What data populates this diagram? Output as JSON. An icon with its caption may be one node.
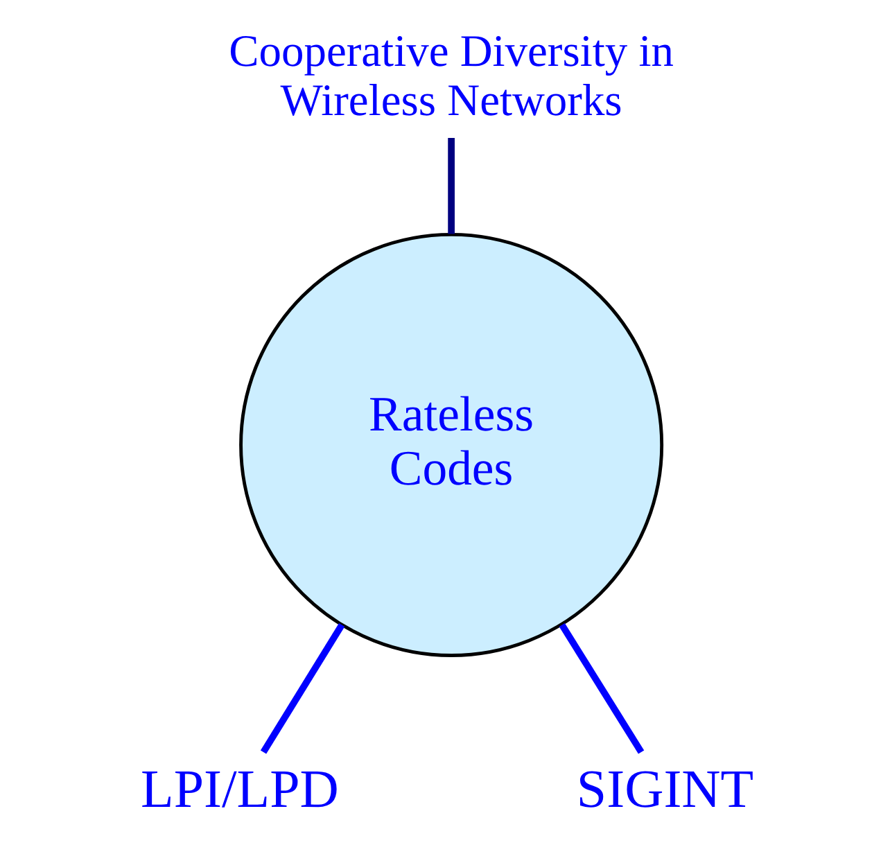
{
  "diagram": {
    "nodes": [
      {
        "text": [
          "Cooperative Diversity in Wireless Networks"
        ]
      },
      {
        "text": [
          "Rateless Codes"
        ]
      },
      {
        "text": [
          "LPI/LPD"
        ]
      },
      {
        "text": [
          "SIGINT"
        ]
      }
    ],
    "edges": [
      {
        "from": 0,
        "to": 1,
        "arrow": "none",
        "color": "#000080"
      },
      {
        "from": 1,
        "to": 2,
        "arrow": "none"
      },
      {
        "from": 1,
        "to": 3,
        "arrow": "none"
      }
    ]
  }
}
